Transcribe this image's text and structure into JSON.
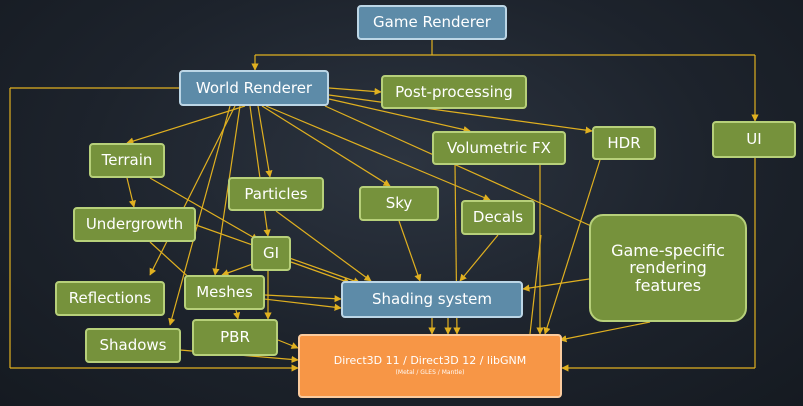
{
  "diagram": {
    "game_renderer": "Game Renderer",
    "world_renderer": "World Renderer",
    "post_processing": "Post-processing",
    "hdr": "HDR",
    "ui": "UI",
    "volumetric_fx": "Volumetric FX",
    "terrain": "Terrain",
    "particles": "Particles",
    "sky": "Sky",
    "decals": "Decals",
    "undergrowth": "Undergrowth",
    "gi": "GI",
    "game_specific": "Game-specific rendering features",
    "reflections": "Reflections",
    "meshes": "Meshes",
    "shading_system": "Shading system",
    "shadows": "Shadows",
    "pbr": "PBR",
    "api_main": "Direct3D 11 / Direct3D 12 / libGNM",
    "api_sub": "(Metal / GLES / Mantle)"
  },
  "colors": {
    "green_box": "#76923c",
    "blue_box": "#5d8ba8",
    "orange_box": "#f79646",
    "arrow": "#e0b020"
  }
}
